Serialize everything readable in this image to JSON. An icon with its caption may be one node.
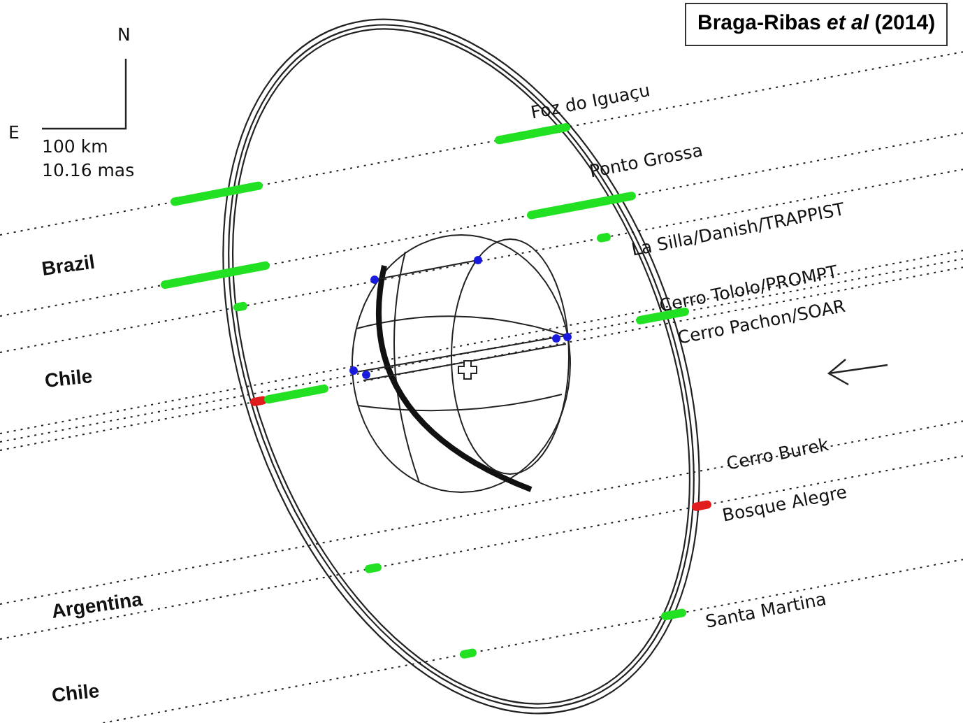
{
  "diagram": {
    "labels": [
      "Braga-Ribas *et al* (2014)",
      "N",
      "E",
      "100 km",
      "10.16 mas",
      "Foz do Iguaçu",
      "Ponto Grossa",
      "Brazil",
      "La Silla/Danish/TRAPPIST",
      "Cerro Tololo/PROMPT",
      "Cerro Pachon/SOAR",
      "Chile",
      "Cerro Burek",
      "Bosque Alegre",
      "Argentina",
      "Santa Martina",
      "Chile"
    ]
  }
}
